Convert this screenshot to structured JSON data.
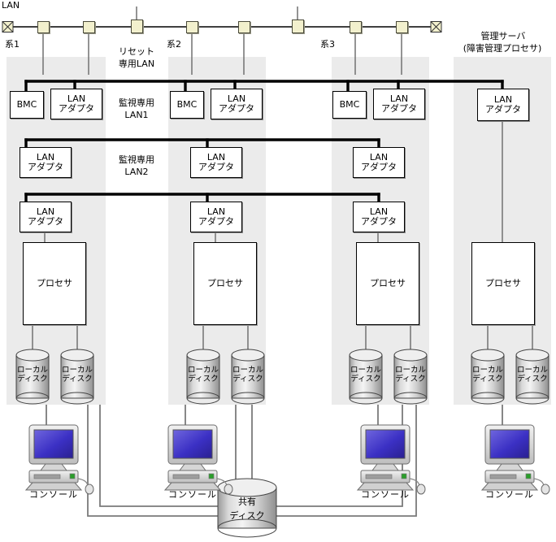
{
  "diagram": {
    "lan_label": "LAN",
    "reset_lan_label_1": "リセット",
    "reset_lan_label_2": "専用LAN",
    "monitor_lan1_label_1": "監視専用",
    "monitor_lan1_label_2": "LAN1",
    "monitor_lan2_label_1": "監視専用",
    "monitor_lan2_label_2": "LAN2",
    "shared_disk_label_1": "共有",
    "shared_disk_label_2": "ディスク"
  },
  "systems": [
    {
      "title": "系1",
      "bmc": "BMC",
      "adapters": [
        "LAN\nアダプタ",
        "LAN\nアダプタ",
        "LAN\nアダプタ"
      ],
      "processor": "プロセサ",
      "disks": [
        "ローカル\nディスク",
        "ローカル\nディスク"
      ],
      "console": "コンソール"
    },
    {
      "title": "系2",
      "bmc": "BMC",
      "adapters": [
        "LAN\nアダプタ",
        "LAN\nアダプタ",
        "LAN\nアダプタ"
      ],
      "processor": "プロセサ",
      "disks": [
        "ローカル\nディスク",
        "ローカル\nディスク"
      ],
      "console": "コンソール"
    },
    {
      "title": "系3",
      "bmc": "BMC",
      "adapters": [
        "LAN\nアダプタ",
        "LAN\nアダプタ",
        "LAN\nアダプタ"
      ],
      "processor": "プロセサ",
      "disks": [
        "ローカル\nディスク",
        "ローカル\nディスク"
      ],
      "console": "コンソール"
    }
  ],
  "management_server": {
    "title_line1": "管理サーバ",
    "title_line2": "(障害管理プロセサ)",
    "adapter": "LAN\nアダプタ",
    "processor": "プロセサ",
    "disks": [
      "ローカル\nディスク",
      "ローカル\nディスク"
    ],
    "console": "コンソール"
  },
  "colors": {
    "panel_bg": "#ebebeb",
    "tap_fill": "#f2f0cd",
    "bus_line": "#000000",
    "thin_line": "#808080",
    "screen_blue": "#3b30c4"
  }
}
